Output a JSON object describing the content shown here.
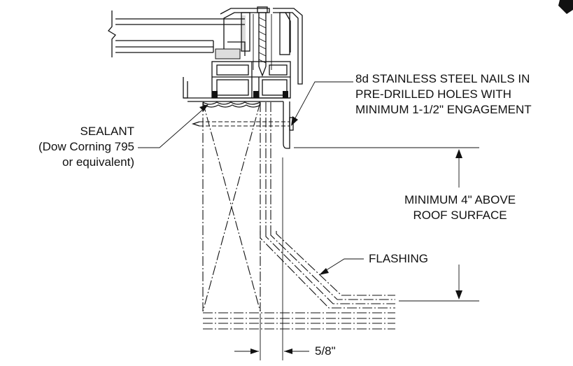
{
  "labels": {
    "nails": [
      "8d STAINLESS STEEL NAILS IN",
      "PRE-DRILLED HOLES WITH",
      "MINIMUM 1-1/2\" ENGAGEMENT"
    ],
    "sealant": [
      "SEALANT",
      "(Dow Corning 795",
      "or equivalent)"
    ],
    "height": [
      "MINIMUM 4\" ABOVE",
      "ROOF SURFACE"
    ],
    "flashing": "FLASHING",
    "dimension": "5/8\""
  }
}
